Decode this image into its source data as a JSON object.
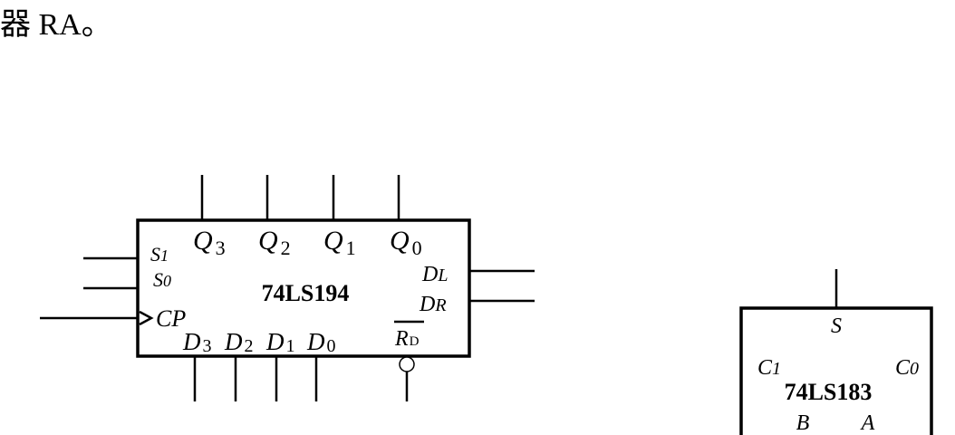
{
  "header_text": "器 RA。",
  "chip_194": {
    "name": "74LS194",
    "outputs": [
      {
        "letter": "Q",
        "sub": "3"
      },
      {
        "letter": "Q",
        "sub": "2"
      },
      {
        "letter": "Q",
        "sub": "1"
      },
      {
        "letter": "Q",
        "sub": "0"
      }
    ],
    "inputs": [
      {
        "letter": "D",
        "sub": "3"
      },
      {
        "letter": "D",
        "sub": "2"
      },
      {
        "letter": "D",
        "sub": "1"
      },
      {
        "letter": "D",
        "sub": "0"
      }
    ],
    "s1": {
      "letter": "S",
      "sub": "1"
    },
    "s0": {
      "letter": "S",
      "sub": "0"
    },
    "cp": "CP",
    "dl": {
      "letter": "D",
      "sub": "L"
    },
    "dr": {
      "letter": "D",
      "sub": "R"
    },
    "rd": {
      "letter": "R",
      "sub": "D"
    }
  },
  "chip_183": {
    "name": "74LS183",
    "s": "S",
    "c1": {
      "letter": "C",
      "sub": "1"
    },
    "c0": {
      "letter": "C",
      "sub": "0"
    },
    "b": "B",
    "a": "A"
  }
}
